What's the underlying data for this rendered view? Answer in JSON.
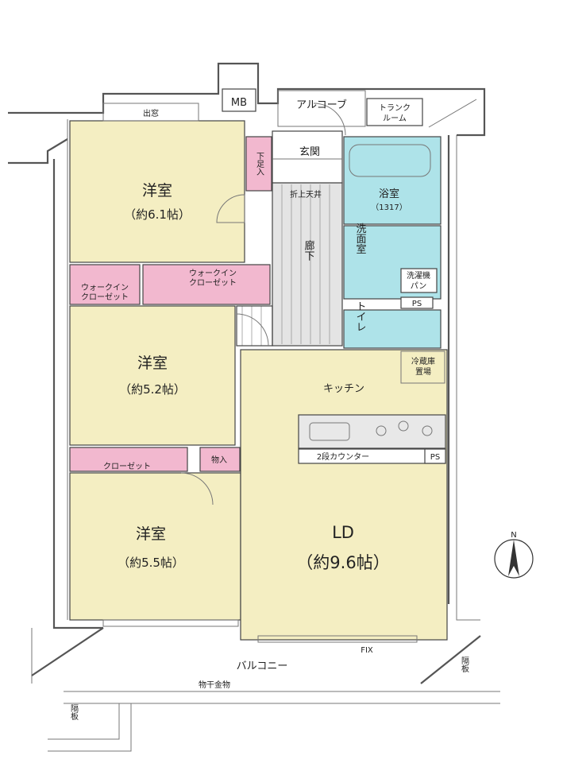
{
  "colors": {
    "room_beige": "#f4eec2",
    "storage_pink": "#f2b8cf",
    "wet_area_cyan": "#aee3e9",
    "hallway_grey": "#e4e4e4"
  },
  "rooms": {
    "western1_name": "洋室",
    "western1_size": "（約6.1帖）",
    "western2_name": "洋室",
    "western2_size": "（約5.2帖）",
    "western3_name": "洋室",
    "western3_size": "（約5.5帖）",
    "ld_name": "LD",
    "ld_size": "（約9.6帖）",
    "kitchen": "キッチン"
  },
  "storage": {
    "shoe_box": "下足入",
    "walkin1": [
      "ウォークイン",
      "クローゼット"
    ],
    "walkin2": [
      "ウォークイン",
      "クローゼット"
    ],
    "closet": "クローゼット",
    "storage": "物入"
  },
  "utility": {
    "entrance": "玄関",
    "hallway": "廊下",
    "folding_step": "折上天井",
    "bath": "浴室",
    "bath_size": "（1317）",
    "washroom": "洗面室",
    "toilet": "トイレ",
    "ps1": "PS",
    "ps2": "PS",
    "alcove": "アルコーブ",
    "trunk": [
      "トランク",
      "ルーム"
    ],
    "mb": "MB",
    "fridge": [
      "冷蔵庫",
      "置場"
    ],
    "counter": "2段カウンター",
    "window_label": "出窓",
    "laundry": [
      "洗濯機",
      "パン"
    ]
  },
  "exterior": {
    "balcony": "バルコニー",
    "fix": "FIX",
    "handrail": "物干金物",
    "fire_escape_left": "隔板",
    "fire_escape_right": "隔板"
  },
  "compass": {
    "north": "N"
  }
}
